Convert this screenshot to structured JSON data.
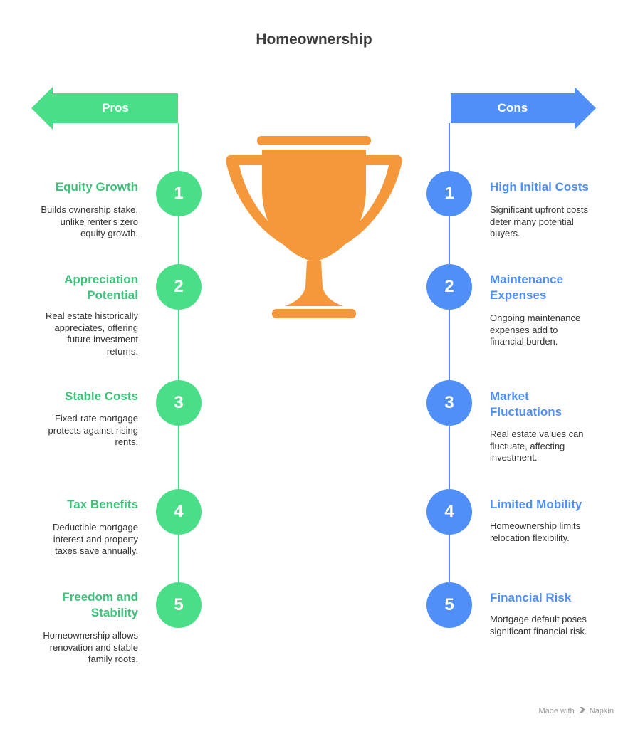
{
  "title": "Homeownership",
  "colors": {
    "pros": "#4ade89",
    "cons": "#4f8ff7",
    "trophy": "#f5983b"
  },
  "pros": {
    "label": "Pros",
    "items": [
      {
        "number": "1",
        "title": [
          "Equity Growth"
        ],
        "desc": [
          "Builds ownership stake,",
          "unlike renter's zero",
          "equity growth."
        ]
      },
      {
        "number": "2",
        "title": [
          "Appreciation",
          "Potential"
        ],
        "desc": [
          "Real estate historically",
          "appreciates, offering",
          "future investment",
          "returns."
        ]
      },
      {
        "number": "3",
        "title": [
          "Stable Costs"
        ],
        "desc": [
          "Fixed-rate mortgage",
          "protects against rising",
          "rents."
        ]
      },
      {
        "number": "4",
        "title": [
          "Tax Benefits"
        ],
        "desc": [
          "Deductible mortgage",
          "interest and property",
          "taxes save annually."
        ]
      },
      {
        "number": "5",
        "title": [
          "Freedom and",
          "Stability"
        ],
        "desc": [
          "Homeownership allows",
          "renovation and stable",
          "family roots."
        ]
      }
    ]
  },
  "cons": {
    "label": "Cons",
    "items": [
      {
        "number": "1",
        "title": [
          "High Initial Costs"
        ],
        "desc": [
          "Significant upfront costs",
          "deter many potential",
          "buyers."
        ]
      },
      {
        "number": "2",
        "title": [
          "Maintenance",
          "Expenses"
        ],
        "desc": [
          "Ongoing maintenance",
          "expenses add to",
          "financial burden."
        ]
      },
      {
        "number": "3",
        "title": [
          "Market",
          "Fluctuations"
        ],
        "desc": [
          "Real estate values can",
          "fluctuate, affecting",
          "investment."
        ]
      },
      {
        "number": "4",
        "title": [
          "Limited Mobility"
        ],
        "desc": [
          "Homeownership limits",
          "relocation flexibility."
        ]
      },
      {
        "number": "5",
        "title": [
          "Financial Risk"
        ],
        "desc": [
          "Mortgage default poses",
          "significant financial risk."
        ]
      }
    ]
  },
  "footer": {
    "made_with": "Made with",
    "brand": "Napkin"
  },
  "icons": {
    "trophy": "trophy-icon",
    "napkin": "napkin-logo-icon"
  }
}
